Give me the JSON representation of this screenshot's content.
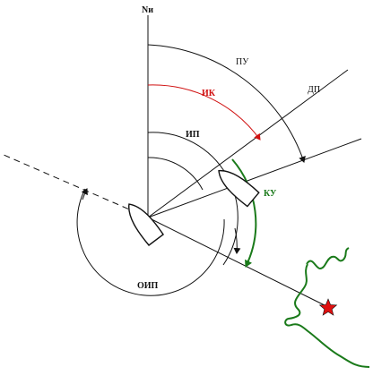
{
  "labels": {
    "north": "Nи",
    "pu": "ПУ",
    "dp": "ДП",
    "ik": "ИК",
    "ip": "ИП",
    "ku": "КУ",
    "oip": "ОИП"
  },
  "colors": {
    "ink": "#111111",
    "ik_arc": "#d01010",
    "ku_arc": "#1a7a1a",
    "coastline": "#1a7a1a",
    "landmark": "#e01010"
  },
  "icons": {
    "landmark": "star-icon",
    "vessel": "ship-icon"
  }
}
